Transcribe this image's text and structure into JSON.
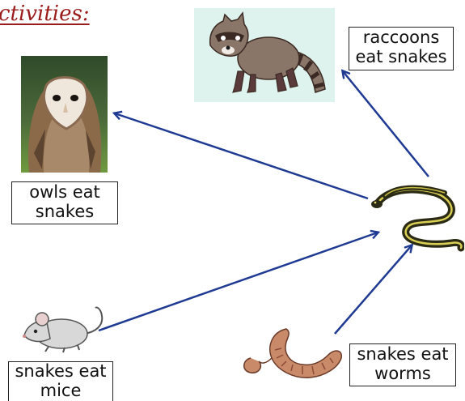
{
  "heading": "ctivities:",
  "captions": {
    "raccoons": [
      "raccoons",
      "eat snakes"
    ],
    "owls": [
      "owls eat",
      "snakes"
    ],
    "mice": [
      "snakes eat",
      "mice"
    ],
    "worms": [
      "snakes eat",
      "worms"
    ]
  },
  "colors": {
    "arrow": "#1f3a93",
    "heading": "#9b1c1c"
  },
  "icons": [
    "raccoon",
    "barn-owl-photo",
    "garter-snake",
    "mouse",
    "earthworm"
  ]
}
